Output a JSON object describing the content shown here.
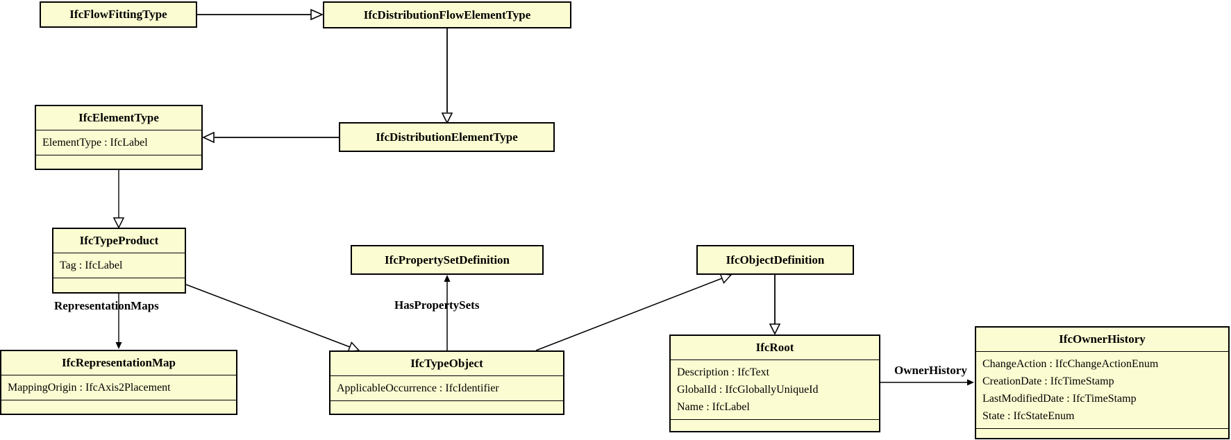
{
  "diagram": {
    "kind": "UML class diagram (IFC schema)",
    "background_color": "#ffffff",
    "class_fill_color": "#FCFCD2",
    "class_border_color": "#000000"
  },
  "classes": [
    {
      "name": "IfcFlowFittingType",
      "attributes": []
    },
    {
      "name": "IfcDistributionFlowElementType",
      "attributes": []
    },
    {
      "name": "IfcElementType",
      "attributes": [
        "ElementType : IfcLabel"
      ]
    },
    {
      "name": "IfcDistributionElementType",
      "attributes": []
    },
    {
      "name": "IfcTypeProduct",
      "attributes": [
        "Tag : IfcLabel"
      ]
    },
    {
      "name": "IfcPropertySetDefinition",
      "attributes": []
    },
    {
      "name": "IfcObjectDefinition",
      "attributes": []
    },
    {
      "name": "IfcRepresentationMap",
      "attributes": [
        "MappingOrigin : IfcAxis2Placement"
      ]
    },
    {
      "name": "IfcTypeObject",
      "attributes": [
        "ApplicableOccurrence : IfcIdentifier"
      ]
    },
    {
      "name": "IfcRoot",
      "attributes": [
        "Description : IfcText",
        "GlobalId : IfcGloballyUniqueId",
        "Name : IfcLabel"
      ]
    },
    {
      "name": "IfcOwnerHistory",
      "attributes": [
        "ChangeAction : IfcChangeActionEnum",
        "CreationDate : IfcTimeStamp",
        "LastModifiedDate : IfcTimeStamp",
        "State : IfcStateEnum"
      ]
    }
  ],
  "edge_labels": {
    "representation_maps": "RepresentationMaps",
    "has_property_sets": "HasPropertySets",
    "owner_history": "OwnerHistory"
  },
  "relationships": [
    {
      "type": "generalization",
      "from": "IfcFlowFittingType",
      "to": "IfcDistributionFlowElementType",
      "label": ""
    },
    {
      "type": "generalization",
      "from": "IfcDistributionFlowElementType",
      "to": "IfcDistributionElementType",
      "label": ""
    },
    {
      "type": "generalization",
      "from": "IfcDistributionElementType",
      "to": "IfcElementType",
      "label": ""
    },
    {
      "type": "generalization",
      "from": "IfcElementType",
      "to": "IfcTypeProduct",
      "label": ""
    },
    {
      "type": "association",
      "from": "IfcTypeProduct",
      "to": "IfcRepresentationMap",
      "label": "RepresentationMaps"
    },
    {
      "type": "generalization",
      "from": "IfcTypeProduct",
      "to": "IfcTypeObject",
      "label": ""
    },
    {
      "type": "association",
      "from": "IfcTypeObject",
      "to": "IfcPropertySetDefinition",
      "label": "HasPropertySets"
    },
    {
      "type": "generalization",
      "from": "IfcTypeObject",
      "to": "IfcObjectDefinition",
      "label": ""
    },
    {
      "type": "generalization",
      "from": "IfcObjectDefinition",
      "to": "IfcRoot",
      "label": ""
    },
    {
      "type": "association",
      "from": "IfcRoot",
      "to": "IfcOwnerHistory",
      "label": "OwnerHistory"
    }
  ]
}
